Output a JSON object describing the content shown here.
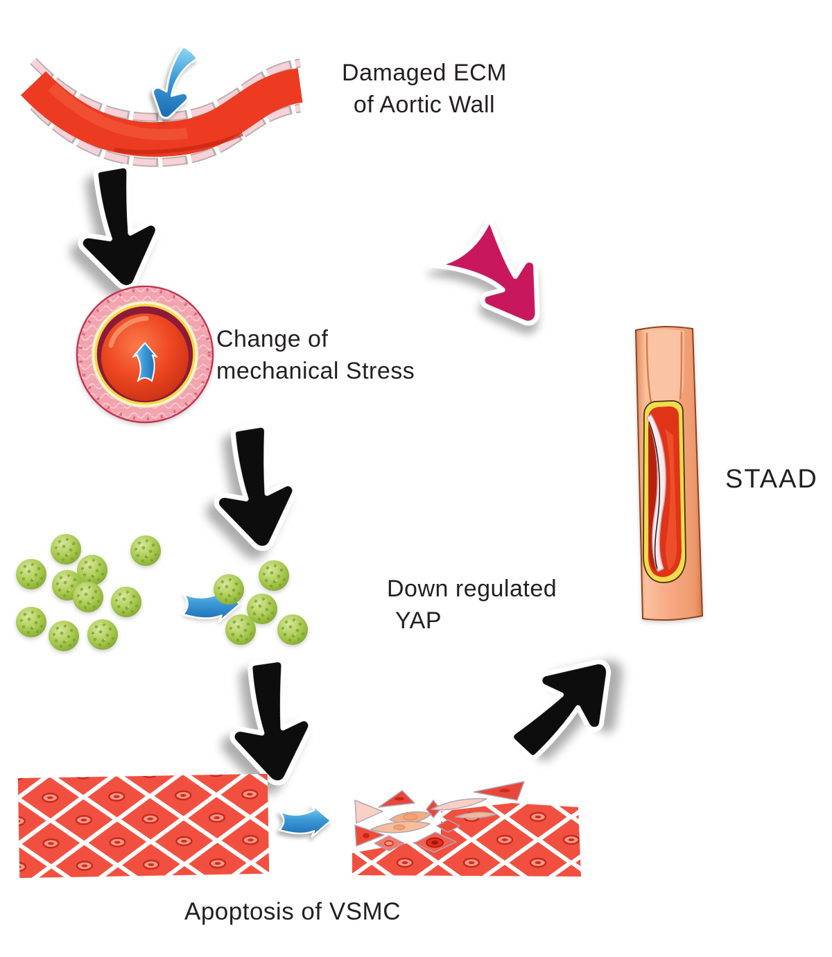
{
  "figure": {
    "background": "#FFFFFF",
    "labels": {
      "damaged_ecm": {
        "line1": "Damaged ECM",
        "line2": "of Aortic Wall"
      },
      "mech_stress": {
        "line1": "Change of",
        "line2": "mechanical Stress"
      },
      "down_yap": {
        "line1": "Down regulated",
        "line2": "YAP"
      },
      "staad": "STAAD",
      "apoptosis": "Apoptosis of VSMC"
    },
    "flow": [
      {
        "from": "Damaged ECM of Aortic Wall",
        "to": "Change of mechanical Stress",
        "arrow": "black-sticker-down-arrow"
      },
      {
        "from": "Change of mechanical Stress",
        "to": "Down regulated YAP",
        "arrow": "black-sticker-down-arrow"
      },
      {
        "from": "Down regulated YAP",
        "to": "Apoptosis of VSMC",
        "arrow": "black-sticker-down-arrow"
      },
      {
        "from": "Apoptosis of VSMC",
        "to": "STAAD",
        "arrow": "black-sticker-up-right-arrow"
      },
      {
        "from": "Change of mechanical Stress",
        "to": "STAAD",
        "arrow": "magenta-sticker-down-right-arrow"
      },
      {
        "from": "YAP abundant",
        "to": "YAP reduced",
        "arrow": "blue-right-arrow"
      },
      {
        "from": "VSMC intact layer",
        "to": "VSMC apoptotic layer",
        "arrow": "blue-right-arrow"
      }
    ],
    "yap_spheres": {
      "before_count": 10,
      "after_count": 5
    },
    "colors": {
      "text": "#231F20",
      "ecm_red": "#EC3B21",
      "brick_pink": "#F8D2D8",
      "blue_arrow": "#2E86C9",
      "black_arrow": "#0D0D0D",
      "magenta_arrow": "#C9175D",
      "yap_green": "#A8C94E",
      "vsmc_red": "#F15040",
      "vessel_salmon": "#F7AE89",
      "dissection_yellow": "#F0DD4E"
    }
  }
}
